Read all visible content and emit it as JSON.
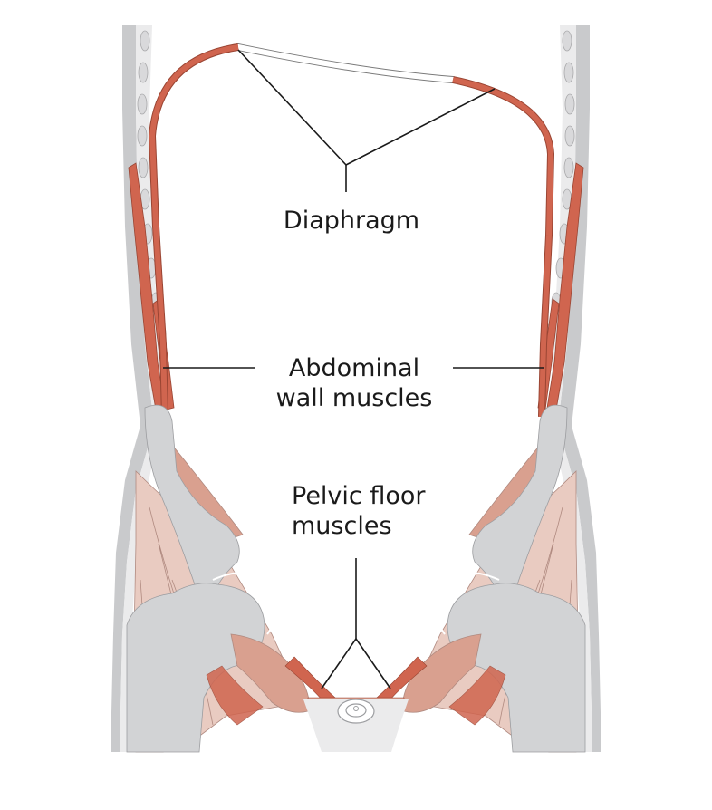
{
  "labels": {
    "diaphragm": "Diaphragm",
    "abdominal_line1": "Abdominal",
    "abdominal_line2": "wall muscles",
    "pelvic_line1": "Pelvic floor",
    "pelvic_line2": "muscles"
  },
  "colors": {
    "muscle_red": "#d0654f",
    "muscle_pale": "#e9cbc1",
    "muscle_mid": "#d9a08f",
    "bone_grey": "#d2d3d5",
    "skin_grey": "#c9cacc",
    "leader_line": "#1a1a1a"
  }
}
